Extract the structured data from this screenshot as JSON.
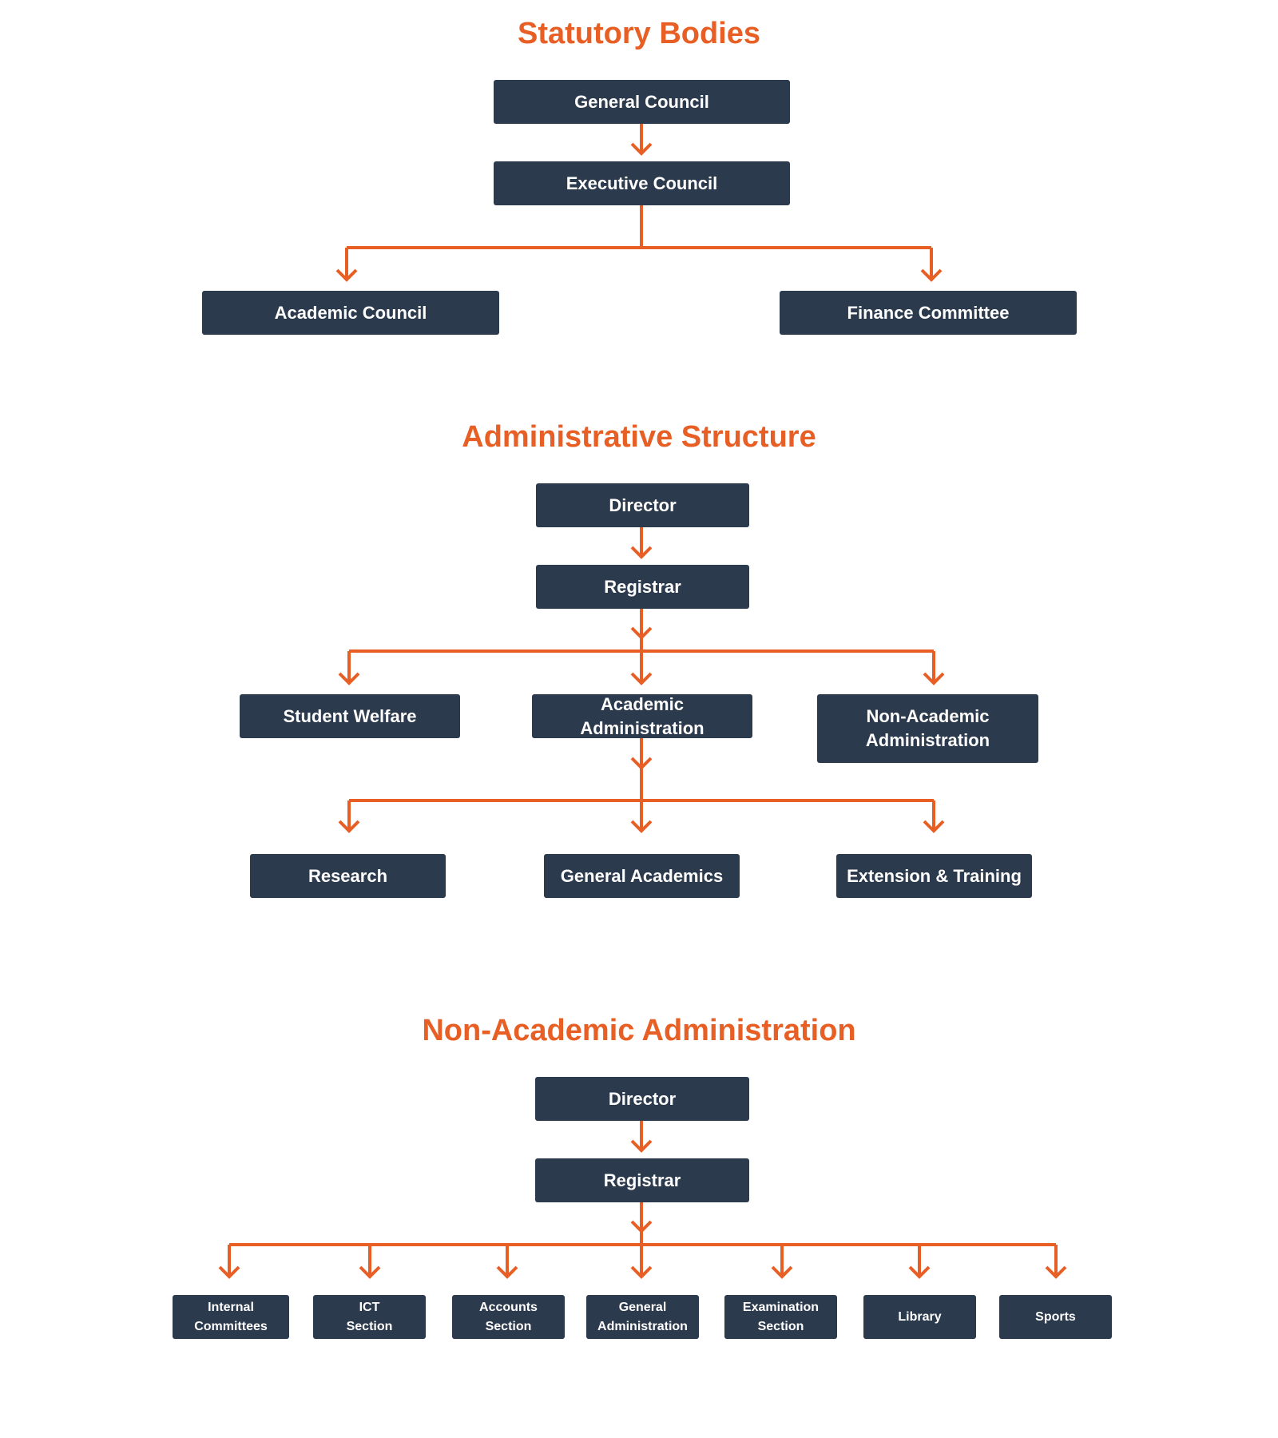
{
  "sections": {
    "statutory": {
      "title": "Statutory Bodies",
      "general_council": "General Council",
      "executive_council": "Executive Council",
      "academic_council": "Academic Council",
      "finance_committee": "Finance Committee"
    },
    "administrative": {
      "title": "Administrative Structure",
      "director": "Director",
      "registrar": "Registrar",
      "student_welfare": "Student Welfare",
      "academic_administration": "Academic Administration",
      "non_academic_administration": "Non-Academic\nAdministration",
      "research": "Research",
      "general_academics": "General Academics",
      "extension_training": "Extension & Training"
    },
    "non_academic": {
      "title": "Non-Academic Administration",
      "director": "Director",
      "registrar": "Registrar",
      "internal_committees": "Internal\nCommittees",
      "ict_section": "ICT\nSection",
      "accounts_section": "Accounts\nSection",
      "general_administration": "General\nAdministration",
      "examination_section": "Examination\nSection",
      "library": "Library",
      "sports": "Sports"
    }
  },
  "colors": {
    "accent": "#e85f25",
    "box": "#2c3a4d",
    "box_text": "#ffffff",
    "background": "#ffffff"
  }
}
